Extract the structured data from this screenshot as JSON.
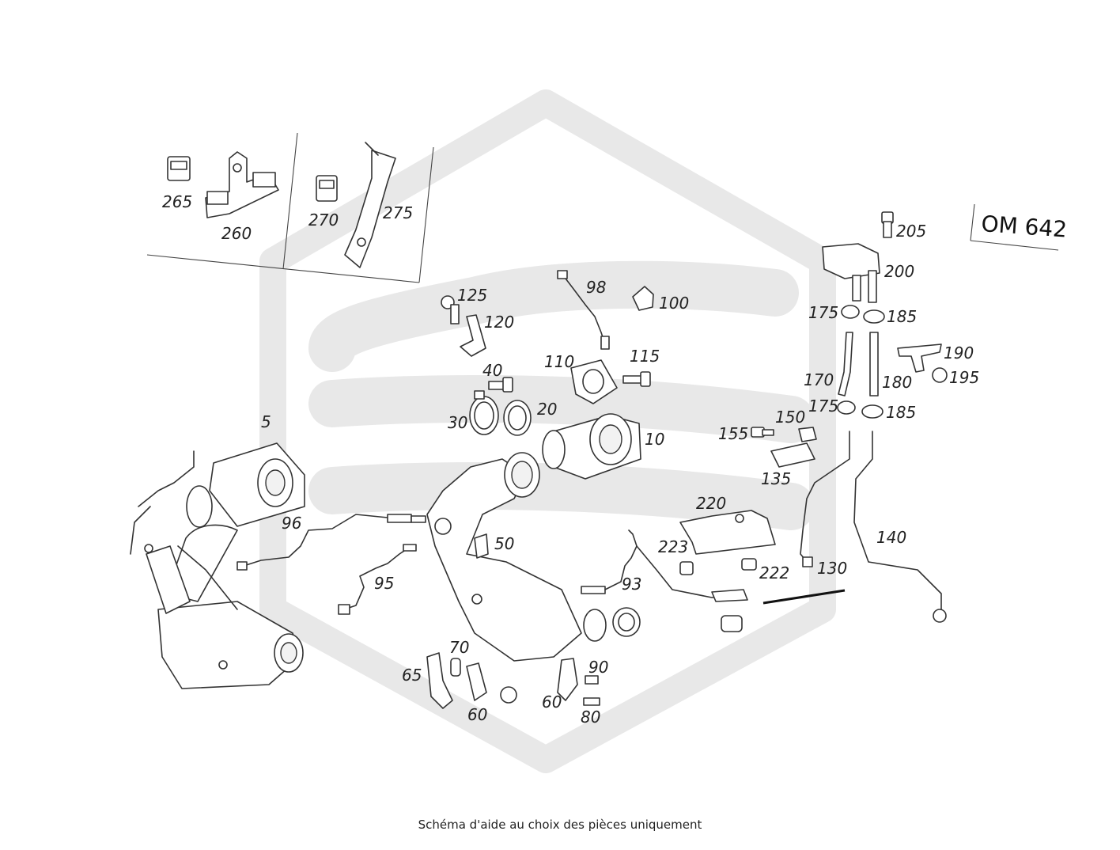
{
  "engine_label": "OM 642",
  "caption": "Schéma d'aide au choix des pièces uniquement",
  "callouts": {
    "c5": "5",
    "c10": "10",
    "c20": "20",
    "c30": "30",
    "c40": "40",
    "c50": "50",
    "c60a": "60",
    "c60b": "60",
    "c65": "65",
    "c70": "70",
    "c80": "80",
    "c90": "90",
    "c93": "93",
    "c95": "95",
    "c96": "96",
    "c98": "98",
    "c100": "100",
    "c110": "110",
    "c115": "115",
    "c120": "120",
    "c125": "125",
    "c130": "130",
    "c135": "135",
    "c140": "140",
    "c150": "150",
    "c155": "155",
    "c170": "170",
    "c175a": "175",
    "c175b": "175",
    "c180": "180",
    "c185a": "185",
    "c185b": "185",
    "c190": "190",
    "c195": "195",
    "c200": "200",
    "c205": "205",
    "c220": "220",
    "c222": "222",
    "c223": "223",
    "c260": "260",
    "c265": "265",
    "c270": "270",
    "c275": "275"
  },
  "colors": {
    "watermark": "#e6e6e6",
    "line": "#333333"
  }
}
